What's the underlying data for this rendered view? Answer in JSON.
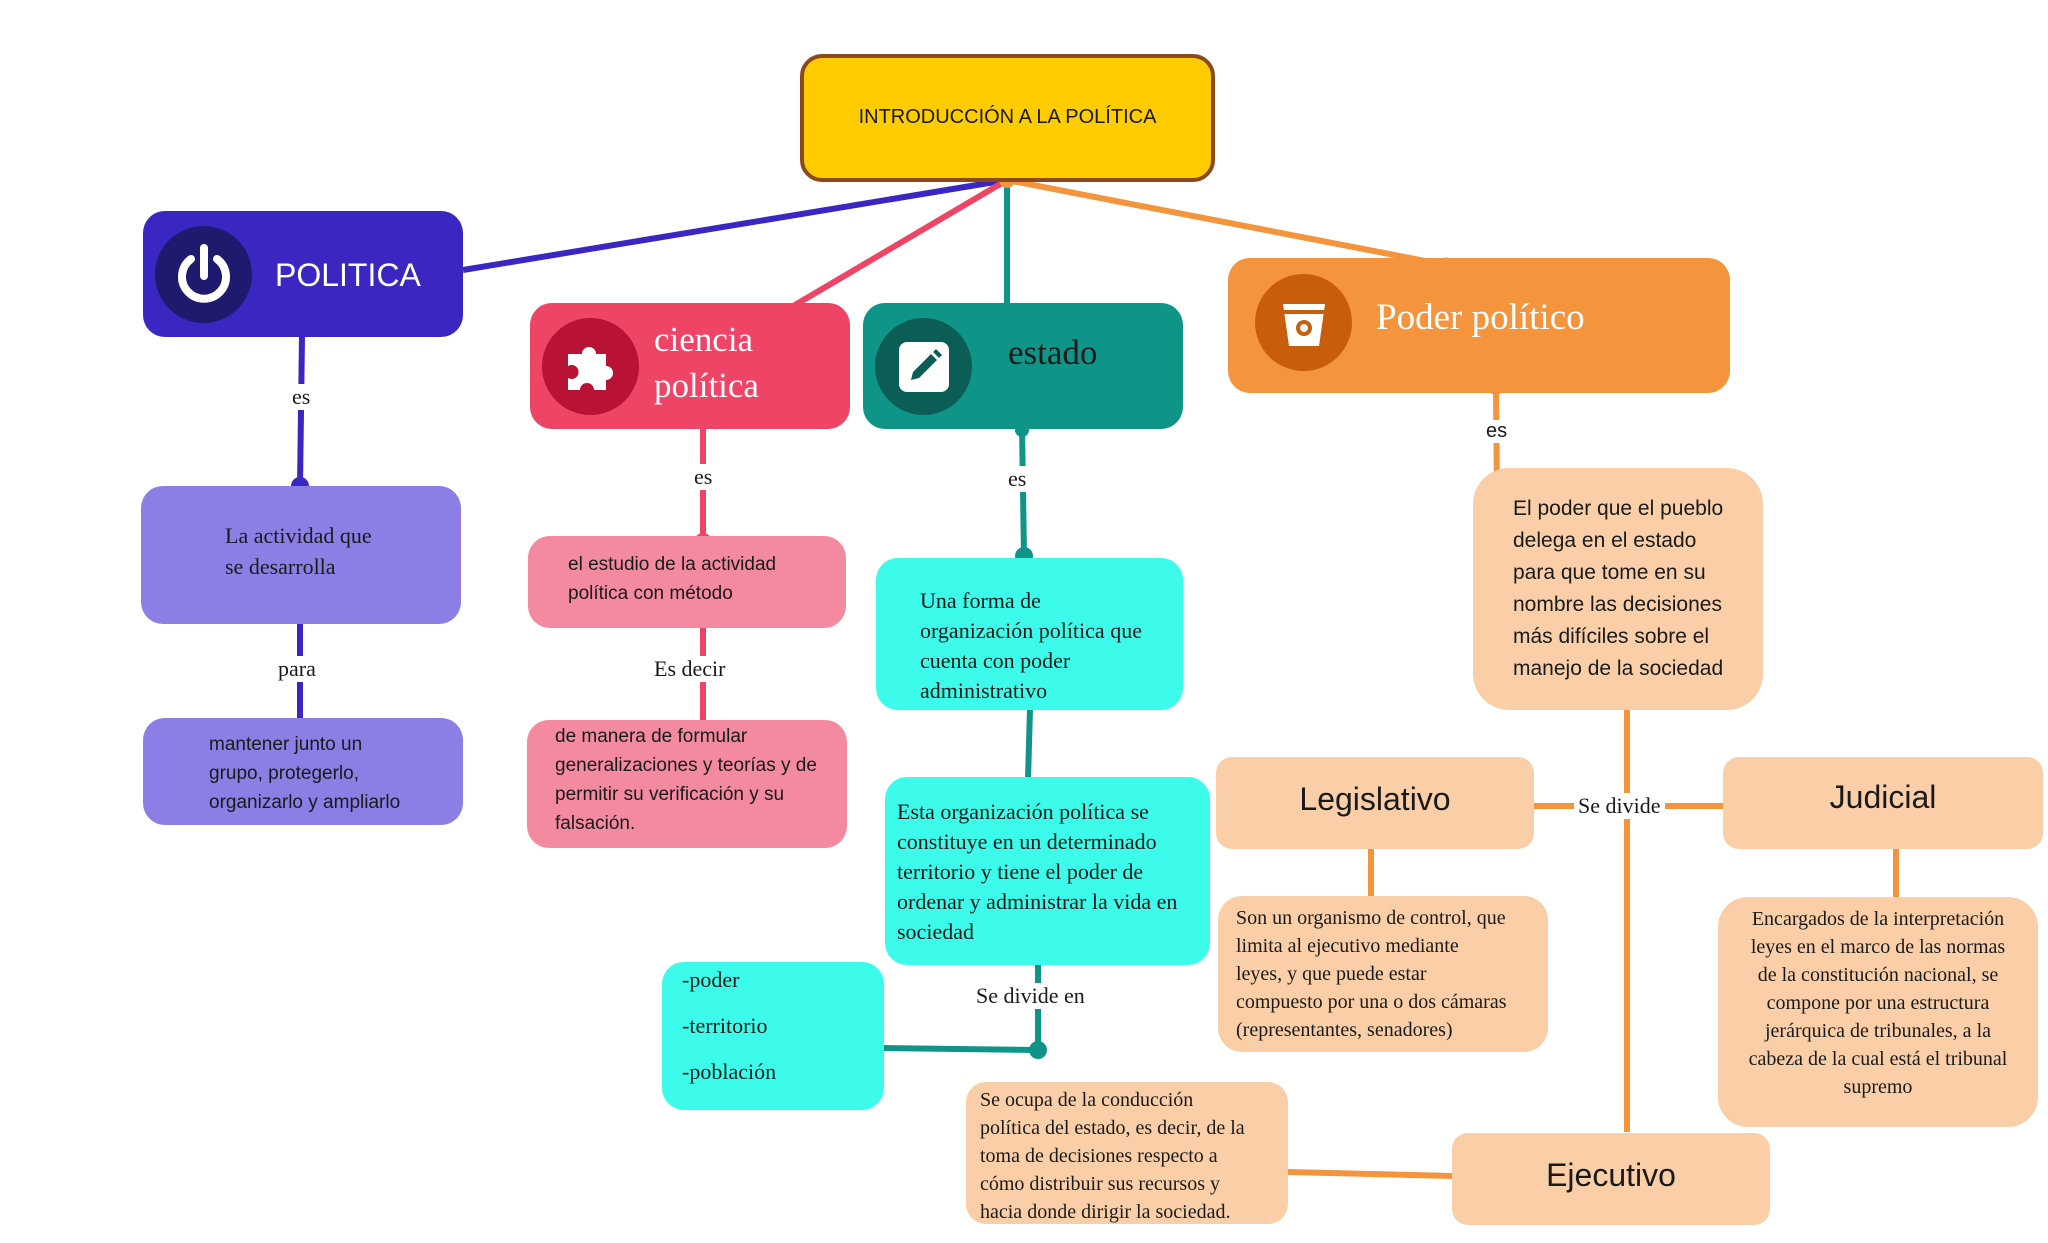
{
  "colors": {
    "root_fill": "#FFCC00",
    "root_border": "#8B4A1E",
    "politica": "#3A27C2",
    "politica_light": "#8B7FE6",
    "ciencia": "#EE4466",
    "ciencia_light": "#F48AA0",
    "estado": "#0E9587",
    "estado_light": "#3DFBEA",
    "poder": "#F4943C",
    "poder_light": "#FACFA8"
  },
  "root": {
    "title": "INTRODUCCIÓN A LA POLÍTICA"
  },
  "politica": {
    "title": "POLITICA",
    "icon": "power-icon",
    "link1": "es",
    "def": "La actividad que\nse desarrolla",
    "link2": "para",
    "purpose": "mantener junto un\ngrupo, protegerlo,\norganizarlo y ampliarlo"
  },
  "ciencia": {
    "title": "ciencia\npolítica",
    "icon": "puzzle-icon",
    "link1": "es",
    "def": "el estudio de la actividad\npolítica con método",
    "link2": "Es decir",
    "detail": "de manera de formular\ngeneralizaciones y teorías y de\npermitir su verificación y su\nfalsación."
  },
  "estado": {
    "title": "estado",
    "icon": "edit-icon",
    "link1": "es",
    "def": "Una forma de\norganización política que\ncuenta con poder\nadministrativo",
    "detail": "Esta organización política se\nconstituye en un determinado\nterritorio y tiene el poder de\nordenar y administrar la vida en\nsociedad",
    "link2": "Se divide en",
    "elements": "-poder\n\n-territorio\n\n-población"
  },
  "poder": {
    "title": "Poder político",
    "icon": "bucket-icon",
    "link1": "es",
    "def": "El poder que el pueblo\ndelega en el estado\npara que tome en su\nnombre las decisiones\nmás difíciles sobre el\nmanejo de la sociedad",
    "link2": "Se divide",
    "legislativo": {
      "title": "Legislativo",
      "desc": "Son un organismo de control, que\nlimita al ejecutivo mediante\nleyes, y que puede estar\ncompuesto por una o dos cámaras\n(representantes, senadores)"
    },
    "judicial": {
      "title": "Judicial",
      "desc": "Encargados de la interpretación\nleyes en el marco de las normas\nde la constitución nacional, se\ncompone por una estructura\njerárquica de tribunales, a la\ncabeza de la cual está el tribunal\nsupremo"
    },
    "ejecutivo": {
      "title": "Ejecutivo",
      "desc": "Se ocupa de la conducción\npolítica del estado, es decir, de la\ntoma de decisiones respecto a\ncómo distribuir sus recursos y\nhacia donde dirigir la sociedad."
    }
  }
}
